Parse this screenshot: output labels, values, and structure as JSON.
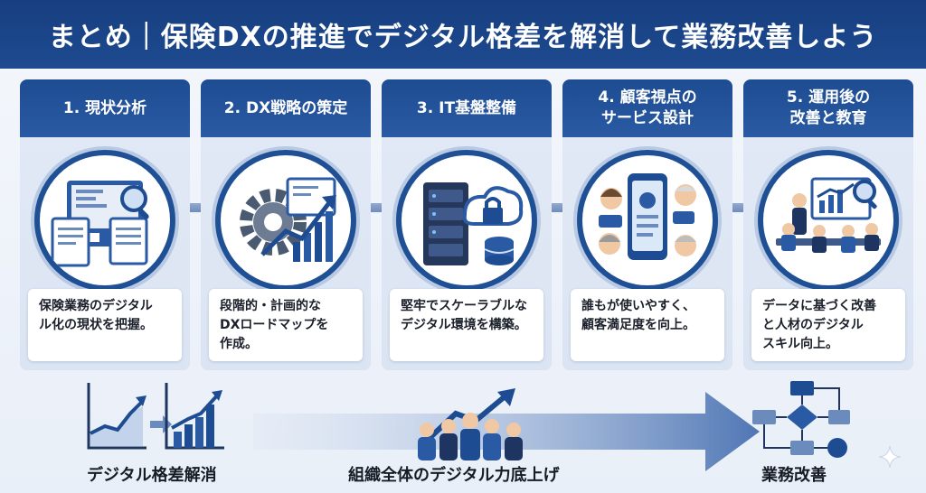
{
  "header": {
    "title": "まとめ｜保険DXの推進でデジタル格差を解消して業務改善しよう"
  },
  "steps": [
    {
      "title": "1. 現状分析",
      "desc": "保険業務のデジタル\nル化の現状を把握。",
      "icon": "document-analysis-icon"
    },
    {
      "title": "2. DX戦略の策定",
      "desc": "段階的・計画的な\nDXロードマップを\n作成。",
      "icon": "gear-growth-chart-icon"
    },
    {
      "title": "3. IT基盤整備",
      "desc": "堅牢でスケーラブルな\nデジタル環境を構築。",
      "icon": "server-cloud-lock-icon"
    },
    {
      "title": "4. 顧客視点の\nサービス設計",
      "desc": "誰もが使いやすく、\n顧客満足度を向上。",
      "icon": "smartphone-customers-icon"
    },
    {
      "title": "5. 運用後の\n改善と教育",
      "desc": "データに基づく改善\nと人材のデジタル\nスキル向上。",
      "icon": "team-training-icon"
    }
  ],
  "bottom": {
    "left_label": "デジタル格差解消",
    "center_label": "組織全体のデジタル力底上げ",
    "right_label": "業務改善"
  },
  "colors": {
    "navy": "#1d4c92",
    "light_blue": "#dbe4f3",
    "accent": "#2a5aa3"
  }
}
